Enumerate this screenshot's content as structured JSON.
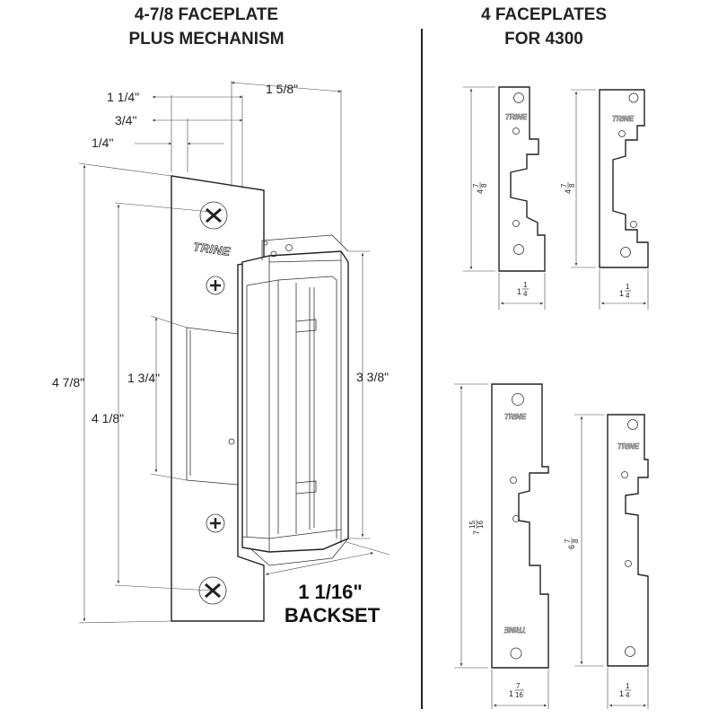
{
  "left_title": {
    "line1": "4-7/8 FACEPLATE",
    "line2": "PLUS MECHANISM"
  },
  "right_title": {
    "line1": "4 FACEPLATES",
    "line2": "FOR 4300"
  },
  "brand": "TRINE",
  "dimensions": {
    "top_1_1_4": "1 1/4\"",
    "top_3_4": "3/4\"",
    "top_1_4": "1/4\"",
    "top_1_5_8": "1 5/8\"",
    "height_4_7_8": "4 7/8\"",
    "height_4_1_8": "4 1/8\"",
    "height_1_3_4": "1 3/4\"",
    "height_3_3_8": "3 3/8\""
  },
  "backset": {
    "value": "1 1/16\"",
    "label": "BACKSET"
  },
  "plates": [
    {
      "height_whole": "4",
      "height_num": "7",
      "height_den": "8",
      "width_whole": "1",
      "width_num": "1",
      "width_den": "4"
    },
    {
      "height_whole": "4",
      "height_num": "7",
      "height_den": "8",
      "width_whole": "1",
      "width_num": "1",
      "width_den": "4"
    },
    {
      "height_whole": "7",
      "height_num": "15",
      "height_den": "16",
      "width_whole": "1",
      "width_num": "7",
      "width_den": "16"
    },
    {
      "height_whole": "6",
      "height_num": "7",
      "height_den": "8",
      "width_whole": "1",
      "width_num": "1",
      "width_den": "4"
    }
  ],
  "colors": {
    "line": "#222222",
    "background": "#ffffff"
  }
}
